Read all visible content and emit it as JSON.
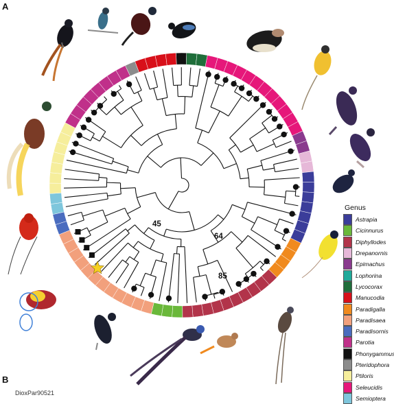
{
  "panel_labels": {
    "a": "A",
    "b": "B"
  },
  "legend": {
    "title": "Genus",
    "items": [
      {
        "name": "Astrapia",
        "color": "#3b3d9a"
      },
      {
        "name": "Cicinnurus",
        "color": "#6ab83a"
      },
      {
        "name": "Diphyllodes",
        "color": "#b2344a"
      },
      {
        "name": "Drepanornis",
        "color": "#e6b8d8"
      },
      {
        "name": "Epimachus",
        "color": "#8a3a8e"
      },
      {
        "name": "Lophorina",
        "color": "#1faa9a"
      },
      {
        "name": "Lycocorax",
        "color": "#1f6e3a"
      },
      {
        "name": "Manucodia",
        "color": "#d8101a"
      },
      {
        "name": "Paradigalla",
        "color": "#f08a1e"
      },
      {
        "name": "Paradisaea",
        "color": "#f2a07c"
      },
      {
        "name": "Paradisornis",
        "color": "#4a6cbf"
      },
      {
        "name": "Parotia",
        "color": "#c0308a"
      },
      {
        "name": "Phonygammus",
        "color": "#111111"
      },
      {
        "name": "Pteridophora",
        "color": "#8c8c8c"
      },
      {
        "name": "Ptiloris",
        "color": "#f6ee9c"
      },
      {
        "name": "Seleucidis",
        "color": "#e6177a"
      },
      {
        "name": "Semioptera",
        "color": "#7ec6dc"
      }
    ]
  },
  "node_labels": [
    {
      "text": "45"
    },
    {
      "text": "64"
    },
    {
      "text": "85"
    }
  ],
  "ring_sequence": [
    "Ptiloris",
    "Ptiloris",
    "Ptiloris",
    "Ptiloris",
    "Parotia",
    "Parotia",
    "Parotia",
    "Parotia",
    "Parotia",
    "Parotia",
    "Parotia",
    "Parotia",
    "Pteridophora",
    "Manucodia",
    "Manucodia",
    "Manucodia",
    "Manucodia",
    "Phonygammus",
    "Lycocorax",
    "Lycocorax",
    "Seleucidis",
    "Seleucidis",
    "Seleucidis",
    "Seleucidis",
    "Seleucidis",
    "Seleucidis",
    "Seleucidis",
    "Seleucidis",
    "Seleucidis",
    "Seleucidis",
    "Seleucidis",
    "Seleucidis",
    "Epimachus",
    "Epimachus",
    "Drepanornis",
    "Drepanornis",
    "Astrapia",
    "Astrapia",
    "Astrapia",
    "Astrapia",
    "Astrapia",
    "Astrapia",
    "Astrapia",
    "Paradigalla",
    "Paradigalla",
    "Paradigalla",
    "Paradigalla",
    "Diphyllodes",
    "Diphyllodes",
    "Diphyllodes",
    "Diphyllodes",
    "Diphyllodes",
    "Diphyllodes",
    "Diphyllodes",
    "Diphyllodes",
    "Diphyllodes",
    "Diphyllodes",
    "Cicinnurus",
    "Cicinnurus",
    "Cicinnurus",
    "Paradisaea",
    "Paradisaea",
    "Paradisaea",
    "Paradisaea",
    "Paradisaea",
    "Paradisaea",
    "Paradisaea",
    "Paradisaea",
    "Paradisaea",
    "Paradisaea",
    "Paradisaea",
    "Paradisaea",
    "Paradisornis",
    "Paradisornis",
    "Semioptera",
    "Semioptera",
    "Ptiloris",
    "Ptiloris",
    "Ptiloris"
  ],
  "footer_id": "DioxPar90521"
}
